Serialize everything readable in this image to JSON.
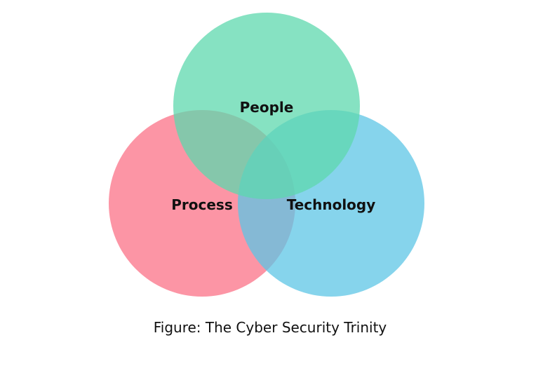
{
  "diagram": {
    "type": "venn",
    "sets": [
      {
        "key": "people",
        "label": "People",
        "color": "#5dd8ad"
      },
      {
        "key": "process",
        "label": "Process",
        "color": "#fb7187"
      },
      {
        "key": "technology",
        "label": "Technology",
        "color": "#5ec5e6"
      }
    ],
    "caption": "Figure: The Cyber Security Trinity"
  }
}
